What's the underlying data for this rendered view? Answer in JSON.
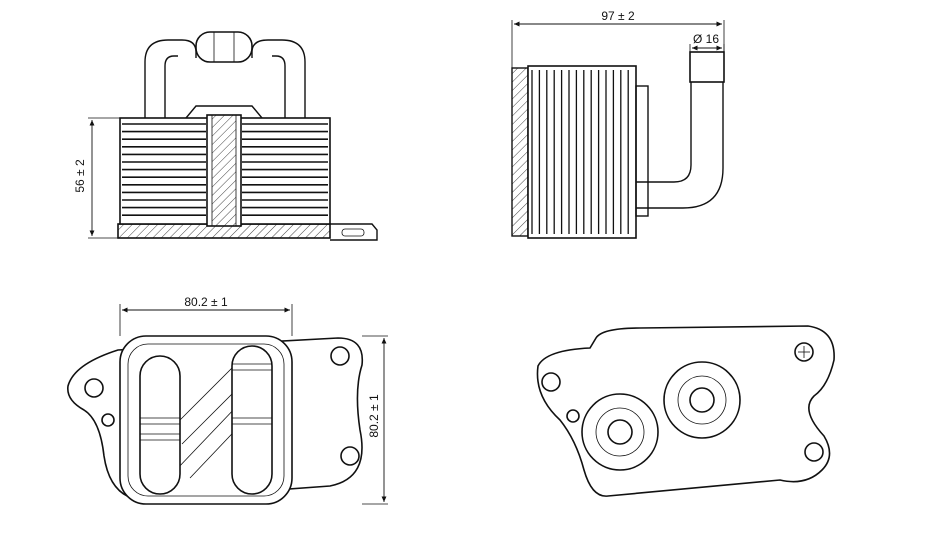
{
  "colors": {
    "line": "#111111",
    "background": "#ffffff"
  },
  "dimensions": {
    "height_front": "56 ± 2",
    "length_side": "97 ± 2",
    "pipe_diameter": "Ø 16",
    "width_top": "80.2 ± 1",
    "depth_top": "80.2 ± 1"
  }
}
